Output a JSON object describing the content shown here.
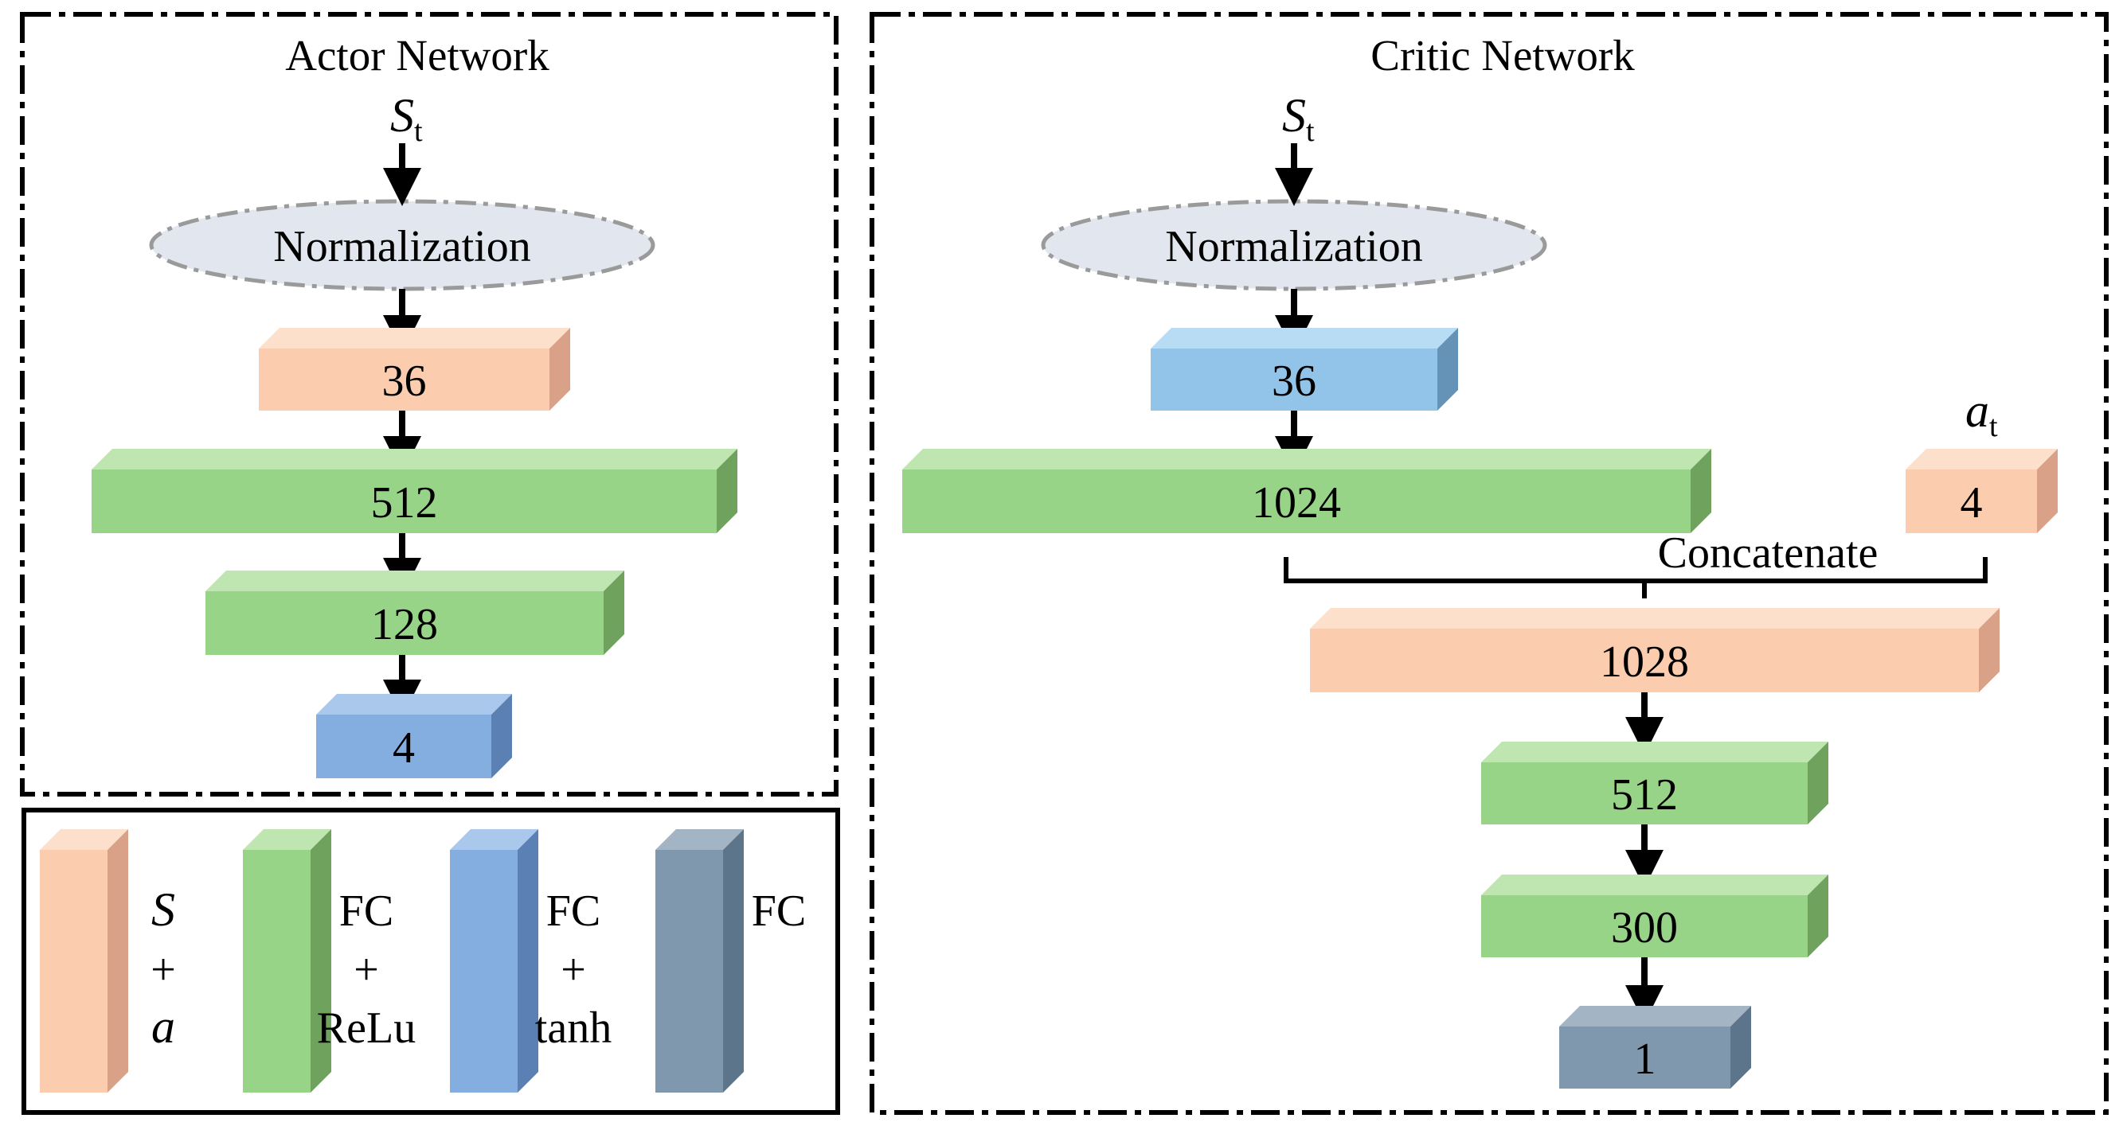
{
  "colors": {
    "orange": {
      "front": "#fbcdae",
      "top": "#fde0cb",
      "side": "#d9a288"
    },
    "green": {
      "front": "#98d488",
      "top": "#bfe5b0",
      "side": "#6ea25d"
    },
    "lightblue": {
      "front": "#92c4e9",
      "top": "#b8dcf3",
      "side": "#6593b8"
    },
    "blue": {
      "front": "#85aee0",
      "top": "#a9c8ec",
      "side": "#5a80b4"
    },
    "slate": {
      "front": "#7f98ae",
      "top": "#a3b4c4",
      "side": "#5d758b"
    },
    "ellipse": "#e1e6ef"
  },
  "actor": {
    "title": "Actor Network",
    "input_symbol": "S",
    "input_subscript": "t",
    "normalization": "Normalization",
    "layers": [
      {
        "label": "36",
        "color": "orange"
      },
      {
        "label": "512",
        "color": "green"
      },
      {
        "label": "128",
        "color": "green"
      },
      {
        "label": "4",
        "color": "blue"
      }
    ]
  },
  "critic": {
    "title": "Critic Network",
    "input_symbol": "S",
    "input_subscript": "t",
    "normalization": "Normalization",
    "action_symbol": "a",
    "action_subscript": "t",
    "concatenate": "Concatenate",
    "layers": [
      {
        "label": "36",
        "color": "lightblue"
      },
      {
        "label": "1024",
        "color": "green"
      },
      {
        "label": "4",
        "color": "orange"
      },
      {
        "label": "1028",
        "color": "orange"
      },
      {
        "label": "512",
        "color": "green"
      },
      {
        "label": "300",
        "color": "green"
      },
      {
        "label": "1",
        "color": "slate"
      }
    ]
  },
  "legend": [
    {
      "lines": [
        "S",
        "+",
        "a"
      ],
      "italic": [
        true,
        false,
        true
      ],
      "color": "orange"
    },
    {
      "lines": [
        "FC",
        "+",
        "ReLu"
      ],
      "italic": [
        false,
        false,
        false
      ],
      "color": "green"
    },
    {
      "lines": [
        "FC",
        "+",
        "tanh"
      ],
      "italic": [
        false,
        false,
        false
      ],
      "color": "blue"
    },
    {
      "lines": [
        "FC"
      ],
      "italic": [
        false
      ],
      "color": "slate"
    }
  ]
}
